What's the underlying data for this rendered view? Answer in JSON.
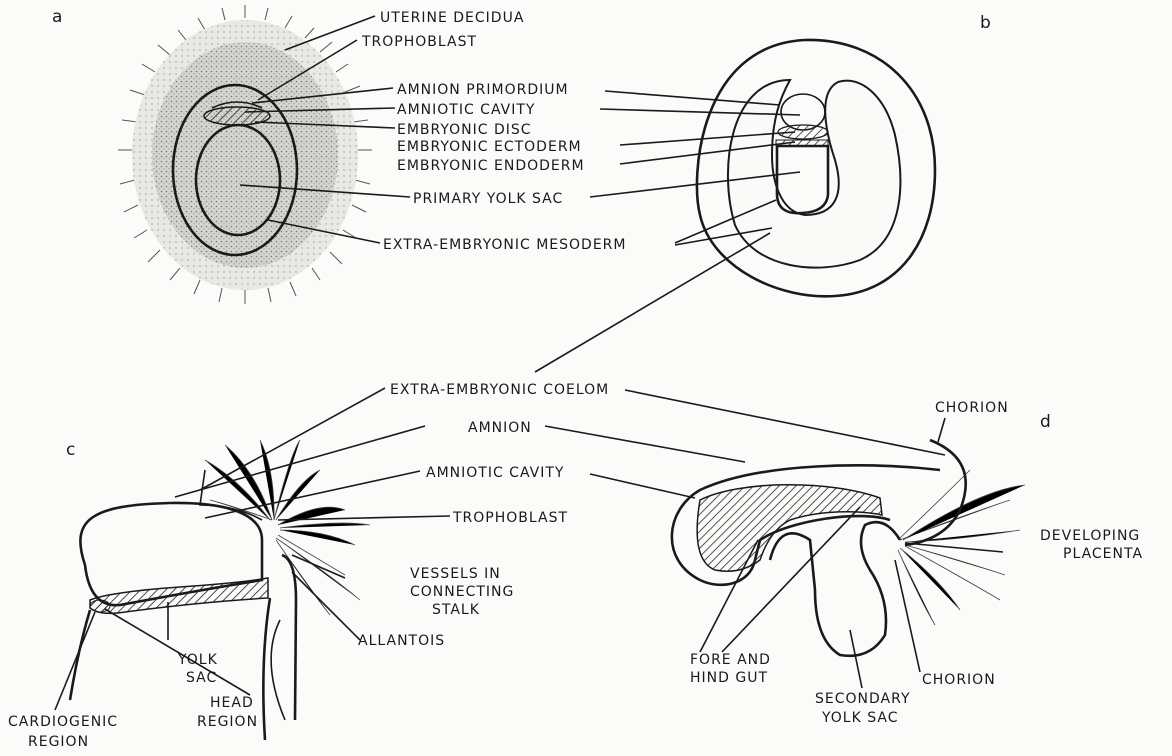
{
  "panels": {
    "a": "a",
    "b": "b",
    "c": "c",
    "d": "d"
  },
  "labels_ab": {
    "uterine_decidua": "UTERINE DECIDUA",
    "trophoblast": "TROPHOBLAST",
    "amnion_primordium": "AMNION PRIMORDIUM",
    "amniotic_cavity": "AMNIOTIC CAVITY",
    "embryonic_disc": "EMBRYONIC DISC",
    "embryonic_ectoderm": "EMBRYONIC ECTODERM",
    "embryonic_endoderm": "EMBRYONIC ENDODERM",
    "primary_yolk_sac": "PRIMARY YOLK SAC",
    "extra_embryonic_mesoderm": "EXTRA-EMBRYONIC MESODERM"
  },
  "labels_cd": {
    "extra_embryonic_coelom": "EXTRA-EMBRYONIC COELOM",
    "amnion": "AMNION",
    "amniotic_cavity": "AMNIOTIC CAVITY",
    "trophoblast": "TROPHOBLAST",
    "vessels_1": "VESSELS IN",
    "vessels_2": "CONNECTING",
    "vessels_3": "STALK",
    "allantois": "ALLANTOIS",
    "yolk_1": "YOLK",
    "yolk_2": "SAC",
    "head_1": "HEAD",
    "head_2": "REGION",
    "cardio_1": "CARDIOGENIC",
    "cardio_2": "REGION",
    "chorion_top": "CHORION",
    "developing_1": "DEVELOPING",
    "developing_2": "PLACENTA",
    "fore_1": "FORE AND",
    "fore_2": "HIND GUT",
    "chorion_bottom": "CHORION",
    "secondary_1": "SECONDARY",
    "secondary_2": "YOLK SAC"
  }
}
